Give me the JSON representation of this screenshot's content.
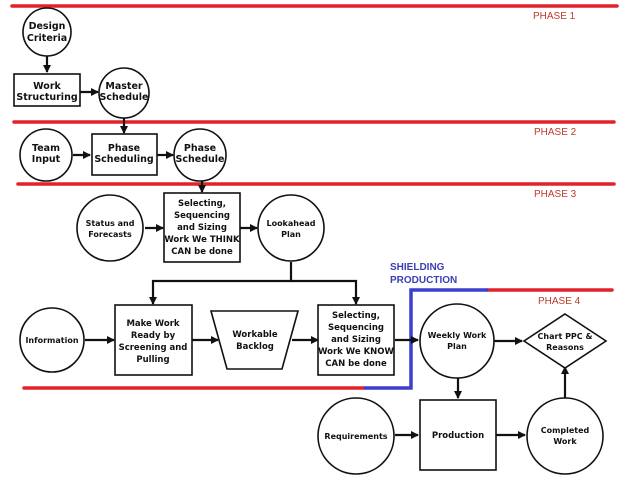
{
  "phases": [
    "PHASE 1",
    "PHASE 2",
    "PHASE 3",
    "PHASE 4"
  ],
  "shielding": [
    "SHIELDING",
    "PRODUCTION"
  ],
  "nodes": {
    "design_criteria": [
      "Design",
      "Criteria"
    ],
    "work_structuring": [
      "Work",
      "Structuring"
    ],
    "master_schedule": [
      "Master",
      "Schedule"
    ],
    "team_input": [
      "Team",
      "Input"
    ],
    "phase_scheduling": [
      "Phase",
      "Scheduling"
    ],
    "phase_schedule": [
      "Phase",
      "Schedule"
    ],
    "status_forecasts": [
      "Status and",
      "Forecasts"
    ],
    "select_think": [
      "Selecting,",
      "Sequencing",
      "and Sizing",
      "Work We THINK",
      "CAN be done"
    ],
    "lookahead_plan": [
      "Lookahead",
      "Plan"
    ],
    "information": [
      "Information"
    ],
    "make_ready": [
      "Make Work",
      "Ready by",
      "Screening and",
      "Pulling"
    ],
    "workable_backlog": [
      "Workable",
      "Backlog"
    ],
    "select_know": [
      "Selecting,",
      "Sequencing",
      "and Sizing",
      "Work We KNOW",
      "CAN be done"
    ],
    "weekly_work_plan": [
      "Weekly Work",
      "Plan"
    ],
    "chart_ppc": [
      "Chart PPC &",
      "Reasons"
    ],
    "requirements": [
      "Requirements"
    ],
    "production": [
      "Production"
    ],
    "completed_work": [
      "Completed",
      "Work"
    ]
  },
  "colors": {
    "phase_line": "#e2222b",
    "shield_line": "#3b3fd0",
    "phase_label": "#c0392b",
    "shield_label": "#3b3fb5"
  }
}
